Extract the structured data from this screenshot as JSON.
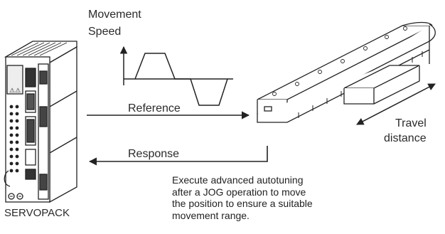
{
  "chart": {
    "ylabel_line1": "Movement",
    "ylabel_line2": "Speed"
  },
  "arrows": {
    "reference": "Reference",
    "response": "Response"
  },
  "stage": {
    "travel_line1": "Travel",
    "travel_line2": "distance"
  },
  "servopack": {
    "label": "SERVOPACK"
  },
  "note": {
    "lines": [
      "Execute advanced autotuning",
      "after a JOG operation to move",
      "the position to ensure a suitable",
      "movement range."
    ]
  }
}
